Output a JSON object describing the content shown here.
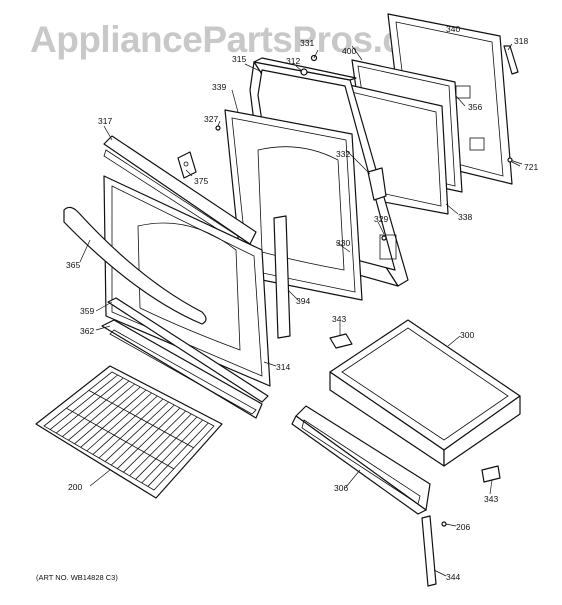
{
  "watermark": "AppliancePartsPros.com",
  "art_number": "(ART NO. WB14828 C3)",
  "callouts": {
    "c318": "318",
    "c340": "340",
    "c331": "331",
    "c400": "400",
    "c315": "315",
    "c312": "312",
    "c339": "339",
    "c356": "356",
    "c327": "327",
    "c317": "317",
    "c332": "332",
    "c721": "721",
    "c375": "375",
    "c338": "338",
    "c329": "329",
    "c330": "330",
    "c365": "365",
    "c394": "394",
    "c359": "359",
    "c343a": "343",
    "c300": "300",
    "c362": "362",
    "c314": "314",
    "c200": "200",
    "c306": "306",
    "c343b": "343",
    "c206": "206",
    "c344": "344"
  }
}
